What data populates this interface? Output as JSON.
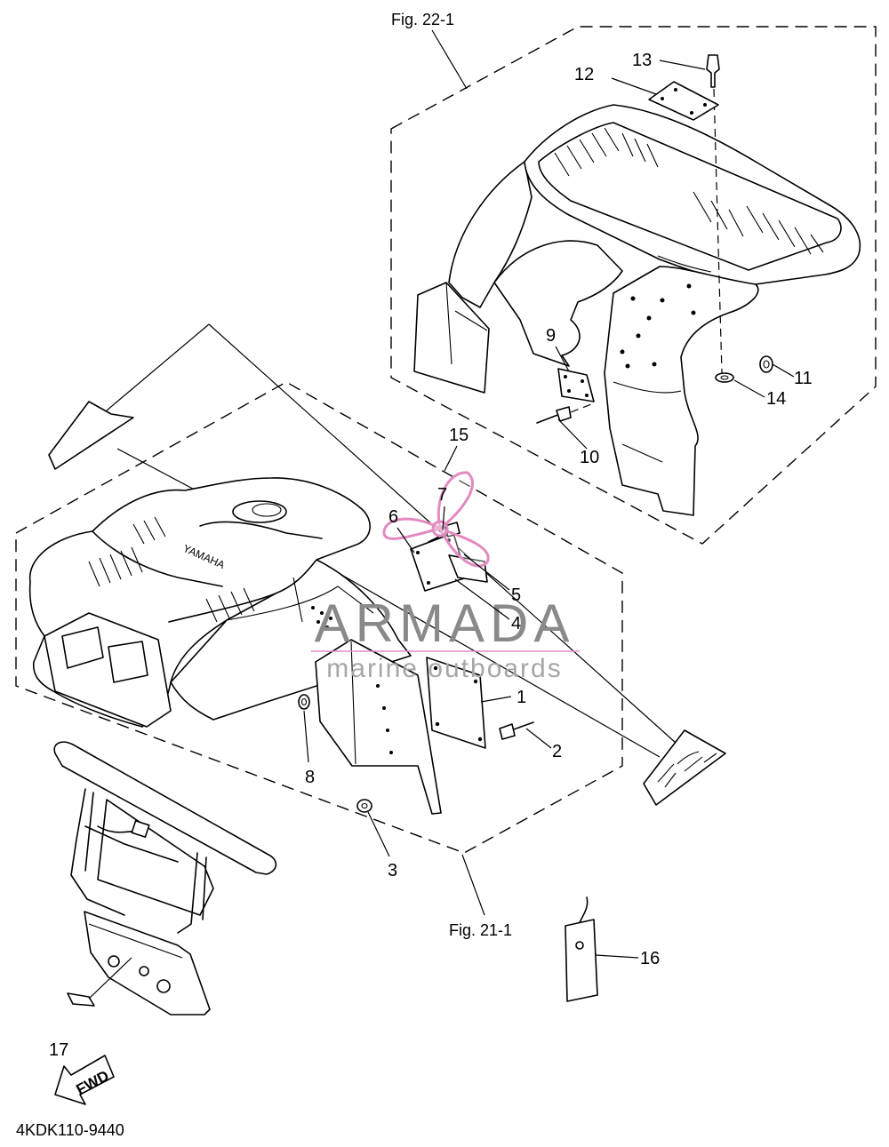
{
  "figure_refs": {
    "upper": "Fig. 22-1",
    "lower": "Fig. 21-1"
  },
  "part_code": "4KDK110-9440",
  "callouts": [
    "1",
    "2",
    "3",
    "4",
    "5",
    "6",
    "7",
    "8",
    "9",
    "10",
    "11",
    "12",
    "13",
    "14",
    "15",
    "16",
    "17"
  ],
  "fender_brand": "YAMAHA",
  "direction": "FWD",
  "watermark": {
    "name": "ARMADA",
    "tagline": "marine outboards"
  },
  "colors": {
    "line": "#000000",
    "watermark_text": "#8a8a8a",
    "watermark_tagline": "#a6a6a6",
    "logo": "#e38ac0"
  }
}
